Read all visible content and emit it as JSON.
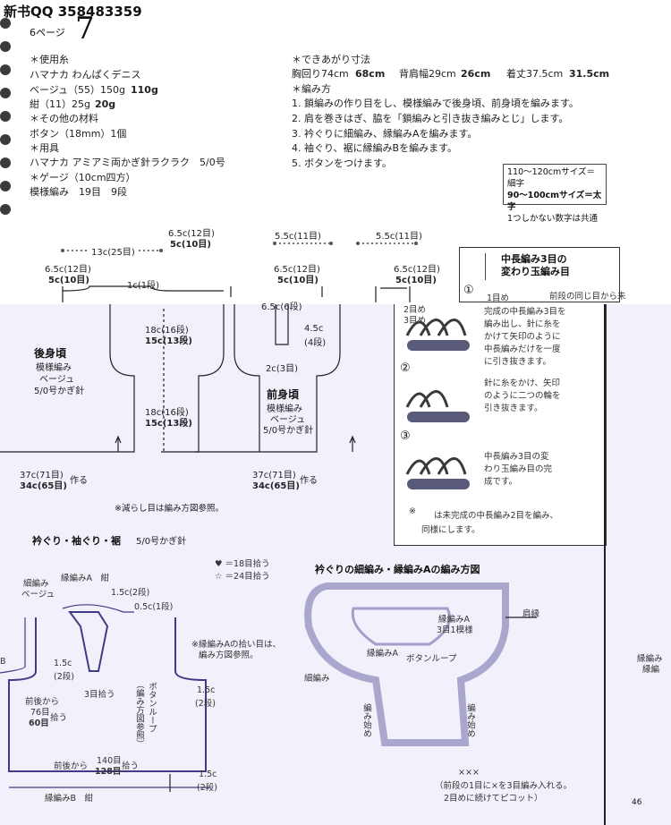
{
  "header": {
    "watermark": "新书QQ 358483359",
    "page_label": "6ページ",
    "page_number": "7"
  },
  "materials": {
    "yarn_head": "＊使用糸",
    "yarn_name": "ハマナカ わんぱくデニス",
    "yarn_beige": "ベージュ（55）150g",
    "yarn_beige_alt": "110g",
    "yarn_navy": "紺（11）25g",
    "yarn_navy_alt": "20g",
    "other_head": "＊その他の材料",
    "button": "ボタン（18mm）1個",
    "tools_head": "＊用具",
    "hook": "ハマナカ アミアミ両かぎ針ラクラク　5/0号",
    "gauge_head": "＊ゲージ（10cm四方）",
    "gauge": "模様編み　19目　9段"
  },
  "finished": {
    "head": "＊できあがり寸法",
    "chest": "胸回り74cm",
    "chest_alt": "68cm",
    "shoulder": "背肩幅29cm",
    "shoulder_alt": "26cm",
    "length": "着丈37.5cm",
    "length_alt": "31.5cm"
  },
  "method": {
    "head": "＊編み方",
    "steps": [
      "1. 鎖編みの作り目をし、模様編みで後身頃、前身頃を編みます。",
      "2. 肩を巻きはぎ、脇を「鎖編みと引き抜き編みとじ」します。",
      "3. 衿ぐりに細編み、縁編みAを編みます。",
      "4. 袖ぐり、裾に縁編みBを編みます。",
      "5. ボタンをつけます。"
    ]
  },
  "size_legend": {
    "line1": "110～120cmサイズ＝細字",
    "line2": "90～100cmサイズ＝太字",
    "line3": "1つしかない数字は共通"
  },
  "back_body": {
    "title": "後身頃",
    "sub1": "模様編み",
    "sub2": "ベージュ",
    "sub3": "5/0号かぎ針",
    "dim_top": "6.5c(12目)",
    "dim_top_alt": "5c(10目)",
    "dim_neck": "13c(25目)",
    "dim_left": "6.5c(12目)",
    "dim_left_alt": "5c(10目)",
    "dim_neckrow": "1c(1段)",
    "arm_h": "18c(16段)",
    "arm_h_alt": "15c(13段)",
    "body_h": "18c(16段)",
    "body_h_alt": "15c(13段)",
    "width": "37c(71目)",
    "width_alt": "34c(65目)",
    "make": "作る"
  },
  "front_body": {
    "title": "前身頃",
    "sub1": "模様編み",
    "sub2": "ベージュ",
    "sub3": "5/0号かぎ針",
    "sh_left": "5.5c(11目)",
    "sh_right": "5.5c(11目)",
    "dim_l": "6.5c(12目)",
    "dim_l_alt": "5c(10目)",
    "dim_r": "6.5c(12目)",
    "dim_r_alt": "5c(10目)",
    "neck_w": "6.5c(6段)",
    "neck_d": "4.5c",
    "neck_d_rows": "(4段)",
    "slit": "2c(3目)",
    "width": "37c(71目)",
    "width_alt": "34c(65目)",
    "make": "作る"
  },
  "decrease_note": "※減らし目は編み方図参照。",
  "crochet_panel": {
    "title1": "中長編み3目の",
    "title2": "変わり玉編み目",
    "s1_a": "前段の同じ目から未",
    "s1_b": "完成の中長編み3目を",
    "s1_c": "編み出し、針に糸を",
    "s1_d": "かけて矢印のように",
    "s1_e": "中長編みだけを一度",
    "s1_f": "に引き抜きます。",
    "s1_lbl1": "1目め",
    "s1_lbl2": "2目め",
    "s1_lbl3": "3目め",
    "s2_a": "針に糸をかけ、矢印",
    "s2_b": "のように二つの輪を",
    "s2_c": "引き抜きます。",
    "s3_a": "中長編み3目の変",
    "s3_b": "わり玉編み目の完",
    "s3_c": "成です。",
    "note_a": "は未完成の中長編み2目を編み、",
    "note_b": "同様にします。",
    "n1": "①",
    "n2": "②",
    "n3": "③",
    "star": "※"
  },
  "edging": {
    "title": "衿ぐり・袖ぐり・裾",
    "hook": "5/0号かぎ針",
    "legend_heart": "♥ ＝18目拾う",
    "legend_star": "☆ ＝24目拾う",
    "hosoami_beige1": "細編み",
    "hosoami_beige2": "ベージュ",
    "edgeA": "縁編みA　紺",
    "d15a": "1.5c(2段)",
    "d05": "0.5c(1段)",
    "note_a": "※縁編みAの拾い目は、",
    "note_b": "編み方図参照。",
    "d15b": "1.5c",
    "d15b_rows": "(2段)",
    "pick3": "3目拾う",
    "loop": "ボタンループ",
    "loop2": "（編み方図参照）",
    "frontback": "前後から",
    "stitches76": "76目",
    "stitches60": "60目",
    "pick": "拾う",
    "d15c": "1.5c",
    "d15c_rows": "(2段)",
    "hem140": "140目",
    "hem128": "128目",
    "hem_from": "前後から",
    "hem_pick": "拾う",
    "d15d": "1.5c",
    "d15d_rows": "(2段)",
    "edgeB": "縁編みB　紺",
    "edge_b_left": "B"
  },
  "neck_chart": {
    "title": "衿ぐりの細編み・縁編みAの編み方図",
    "shoulder": "肩縁",
    "edgeA": "縁編みA",
    "row1": "3目1模様",
    "edgeA2": "縁編みA",
    "loop": "ボタンループ",
    "hosoami": "細編み",
    "start_l": "編み始め",
    "start_r": "編み始め",
    "note_a": "（前段の1目に×を3目編み入れる。",
    "note_b": "2目めに続けてピコット）",
    "symbol": "×××"
  },
  "right_strip": {
    "a": "縁編み",
    "b": "縁編",
    "page": "46"
  }
}
